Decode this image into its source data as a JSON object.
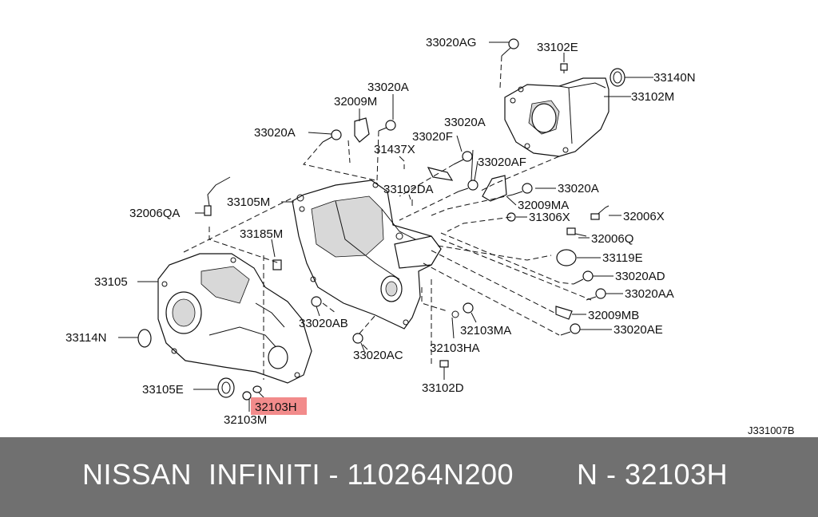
{
  "diagram": {
    "ref_code": "J331007B",
    "highlight_color": "#f28b8b",
    "labels": {
      "p33020AG": "33020AG",
      "p33102E": "33102E",
      "p33140N": "33140N",
      "p33102M": "33102M",
      "p33020A_1": "33020A",
      "p32009M": "32009M",
      "p33020A_2": "33020A",
      "p33020A_3": "33020A",
      "p31437X": "31437X",
      "p33020F": "33020F",
      "p33020AF": "33020AF",
      "p33102DA": "33102DA",
      "p33105M": "33105M",
      "p33020A_4": "33020A",
      "p32006QA": "32006QA",
      "p32009MA": "32009MA",
      "p31306X": "31306X",
      "p32006X": "32006X",
      "p33185M": "33185M",
      "p32006Q": "32006Q",
      "p33105": "33105",
      "p33119E": "33119E",
      "p33020AD": "33020AD",
      "p33020AA": "33020AA",
      "p32009MB": "32009MB",
      "p33020AB": "33020AB",
      "p33114N": "33114N",
      "p32103MA": "32103MA",
      "p33020AE": "33020AE",
      "p32103HA": "32103HA",
      "p33020AC": "33020AC",
      "p33105E": "33105E",
      "p33102D": "33102D",
      "p32103H": "32103H",
      "p32103M": "32103M"
    }
  },
  "footer": {
    "brand": "NISSAN  INFINITI - 110264N200",
    "part": "N - 32103H",
    "bg_color": "#707070"
  }
}
